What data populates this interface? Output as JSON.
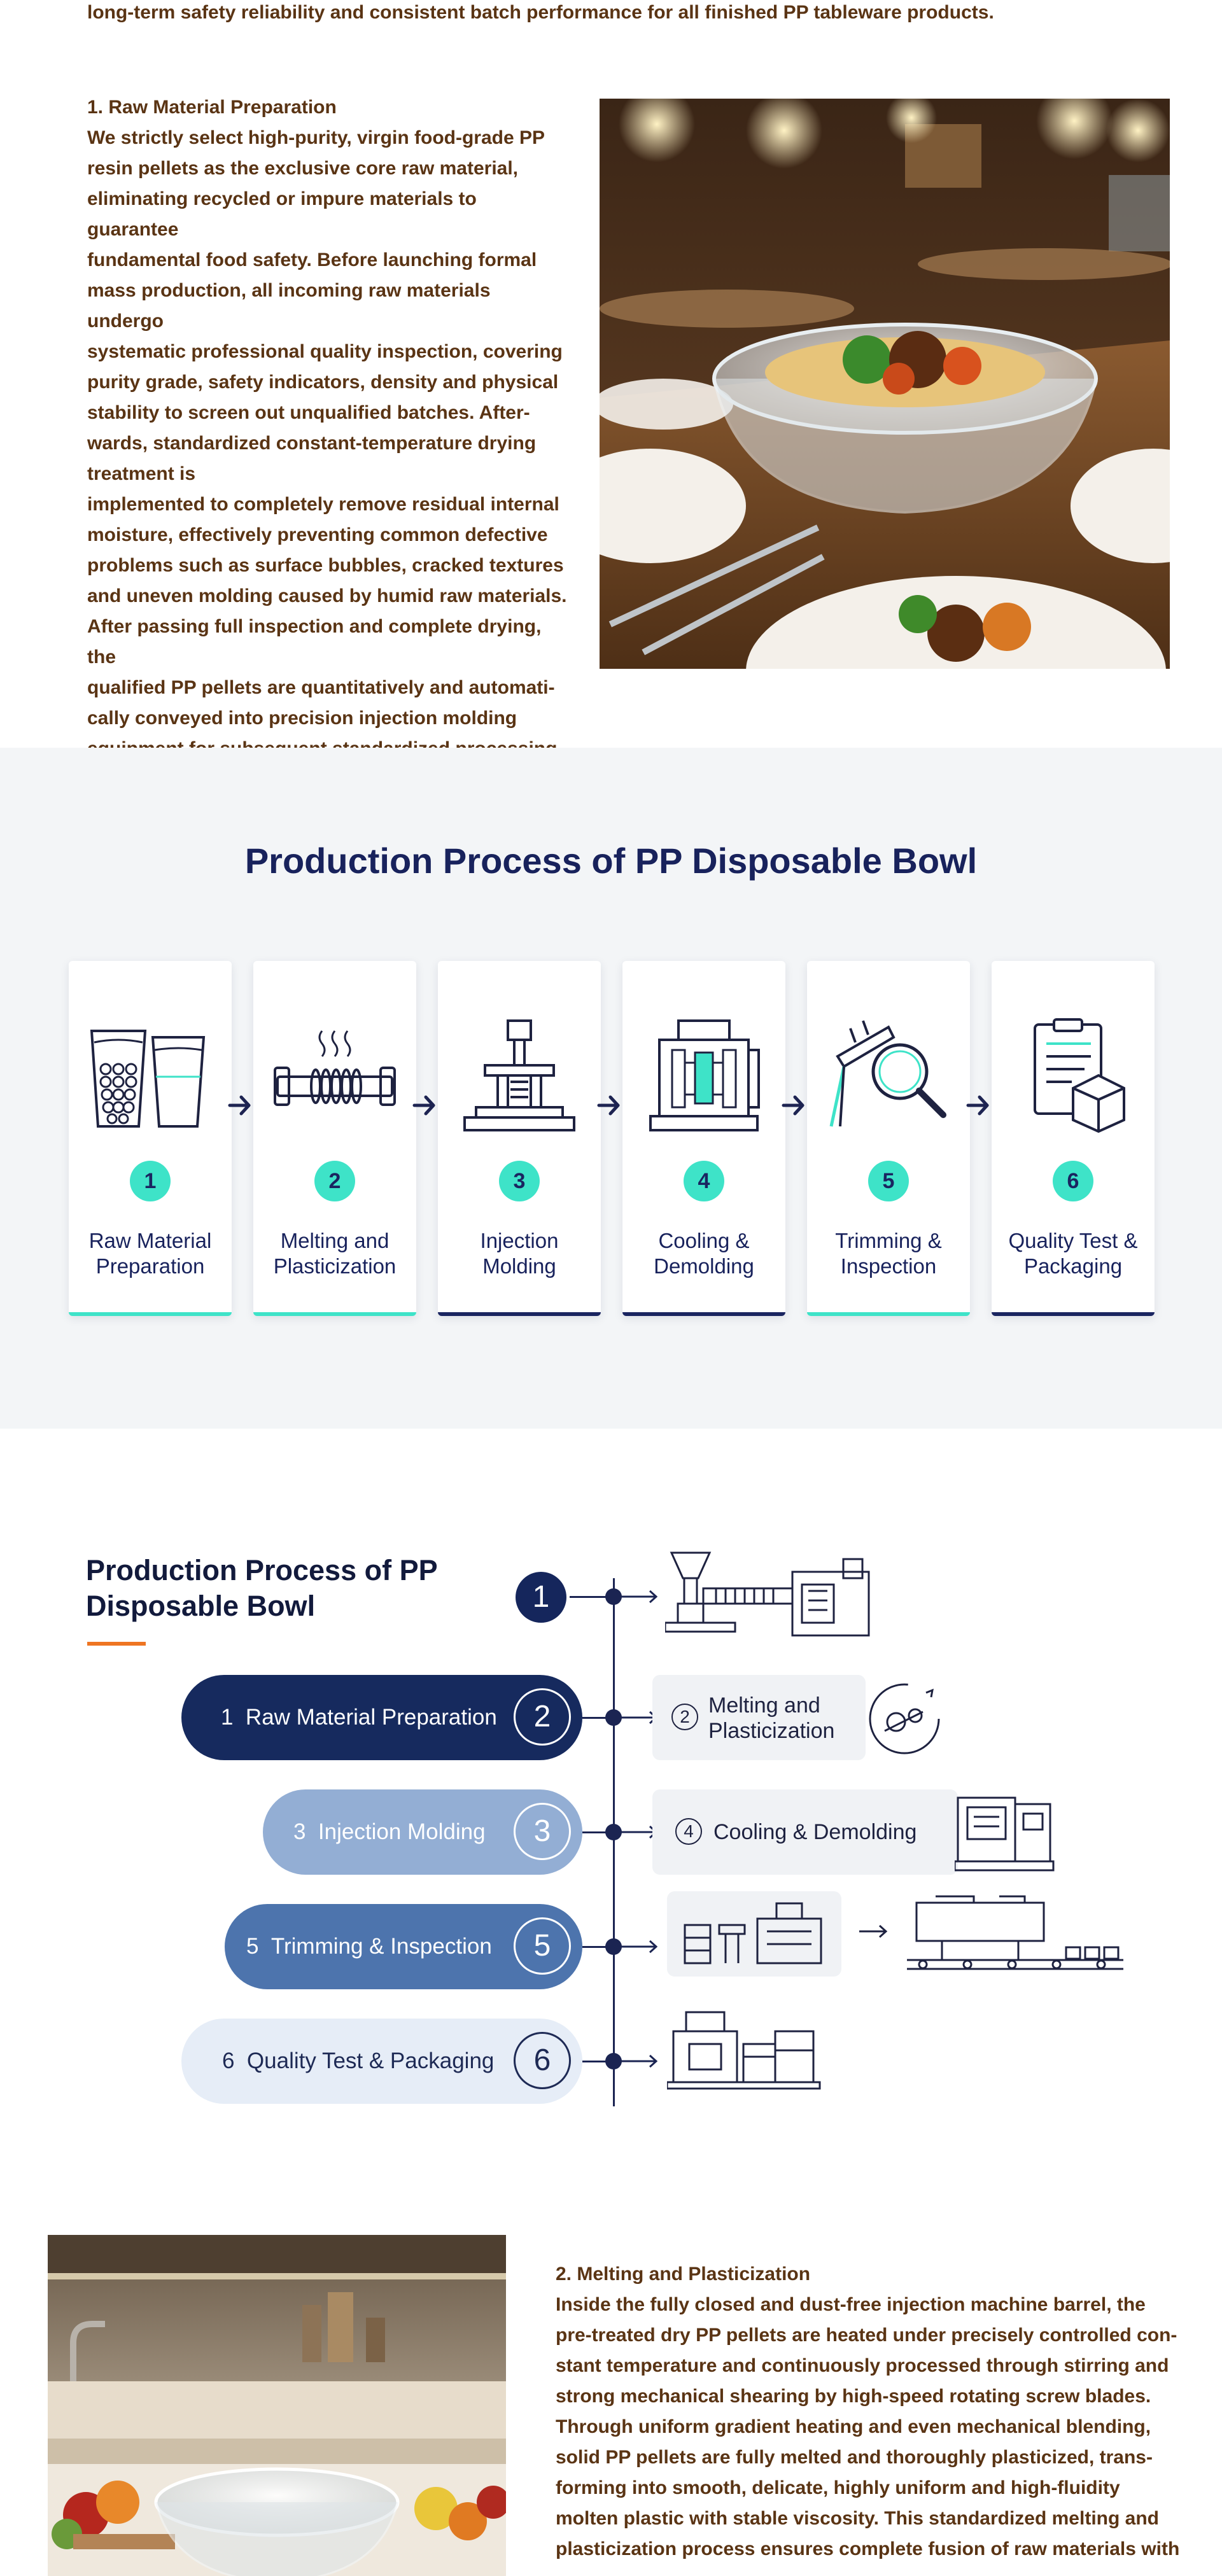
{
  "intro": {
    "line": "long-term safety reliability and consistent batch performance for all finished PP tableware products."
  },
  "raw_material": {
    "heading": "1. Raw Material Preparation",
    "lines": [
      "We strictly select high-purity, virgin food-grade PP",
      "resin pellets as the exclusive core raw material,",
      "eliminating recycled or impure materials to guarantee",
      "fundamental food safety. Before launching formal",
      "mass production, all incoming raw materials undergo",
      "systematic professional quality inspection, covering",
      "purity grade, safety indicators, density and physical",
      "stability to screen out unqualified batches. After-",
      "wards, standardized constant-temperature drying",
      "treatment is",
      "implemented to completely remove residual internal",
      "moisture, effectively preventing common defective",
      "problems such as surface bubbles, cracked textures",
      "and uneven molding caused by humid raw materials.",
      "After passing full inspection and complete drying, the",
      "qualified PP pellets are quantitatively and automati-",
      "cally conveyed into precision injection molding",
      "equipment for subsequent standardized processing."
    ]
  },
  "process_cards": {
    "title": "Production Process of PP Disposable Bowl",
    "steps": [
      {
        "number": "1",
        "label": "Raw Material Preparation",
        "icon": "pellet-cups-icon",
        "bar_color": "#3ee3c8"
      },
      {
        "number": "2",
        "label": "Melting and Plasticization",
        "icon": "heated-screw-icon",
        "bar_color": "#3ee3c8"
      },
      {
        "number": "3",
        "label": "Injection Molding",
        "icon": "injection-press-icon",
        "bar_color": "#1a2560"
      },
      {
        "number": "4",
        "label": "Cooling & Demolding",
        "icon": "mold-machine-icon",
        "bar_color": "#1a2560"
      },
      {
        "number": "5",
        "label": "Trimming & Inspection",
        "icon": "caliper-magnifier-icon",
        "bar_color": "#3ee3c8"
      },
      {
        "number": "6",
        "label": "Quality Test & Packaging",
        "icon": "clipboard-box-icon",
        "bar_color": "#1a2560"
      }
    ]
  },
  "timeline": {
    "title": "Production Process of PP Disposable Bowl",
    "top_number": "1",
    "pills": [
      {
        "prefix": "1",
        "label": "Raw Material Preparation",
        "number": "2",
        "color": "#162a5e",
        "text_color": "#ffffff"
      },
      {
        "prefix": "3",
        "label": "Injection Molding",
        "number": "3",
        "color": "#93aed4",
        "text_color": "#ffffff"
      },
      {
        "prefix": "5",
        "label": "Trimming & Inspection",
        "number": "5",
        "color": "#4d74ad",
        "text_color": "#ffffff"
      },
      {
        "prefix": "6",
        "label": "Quality Test & Packaging",
        "number": "6",
        "color": "#e6edf7",
        "text_color": "#1e2a55"
      }
    ],
    "right_tags": [
      {
        "number": "2",
        "label": "Melting and Plasticization"
      },
      {
        "number": "4",
        "label": "Cooling & Demolding"
      }
    ]
  },
  "melting": {
    "heading": "2. Melting and Plasticization",
    "lines": [
      "Inside the fully closed and dust-free injection machine barrel, the",
      "pre-treated dry PP pellets are heated under precisely controlled con-",
      "stant temperature and continuously processed through stirring and",
      "strong mechanical shearing by high-speed rotating screw blades.",
      "Through uniform gradient heating and even mechanical blending,",
      "solid PP pellets are fully melted and thoroughly plasticized, trans-",
      "forming into smooth, delicate, highly uniform and high-fluidity",
      "molten plastic with stable viscosity. This standardized melting and",
      "plasticization process ensures complete fusion of raw materials with"
    ]
  }
}
